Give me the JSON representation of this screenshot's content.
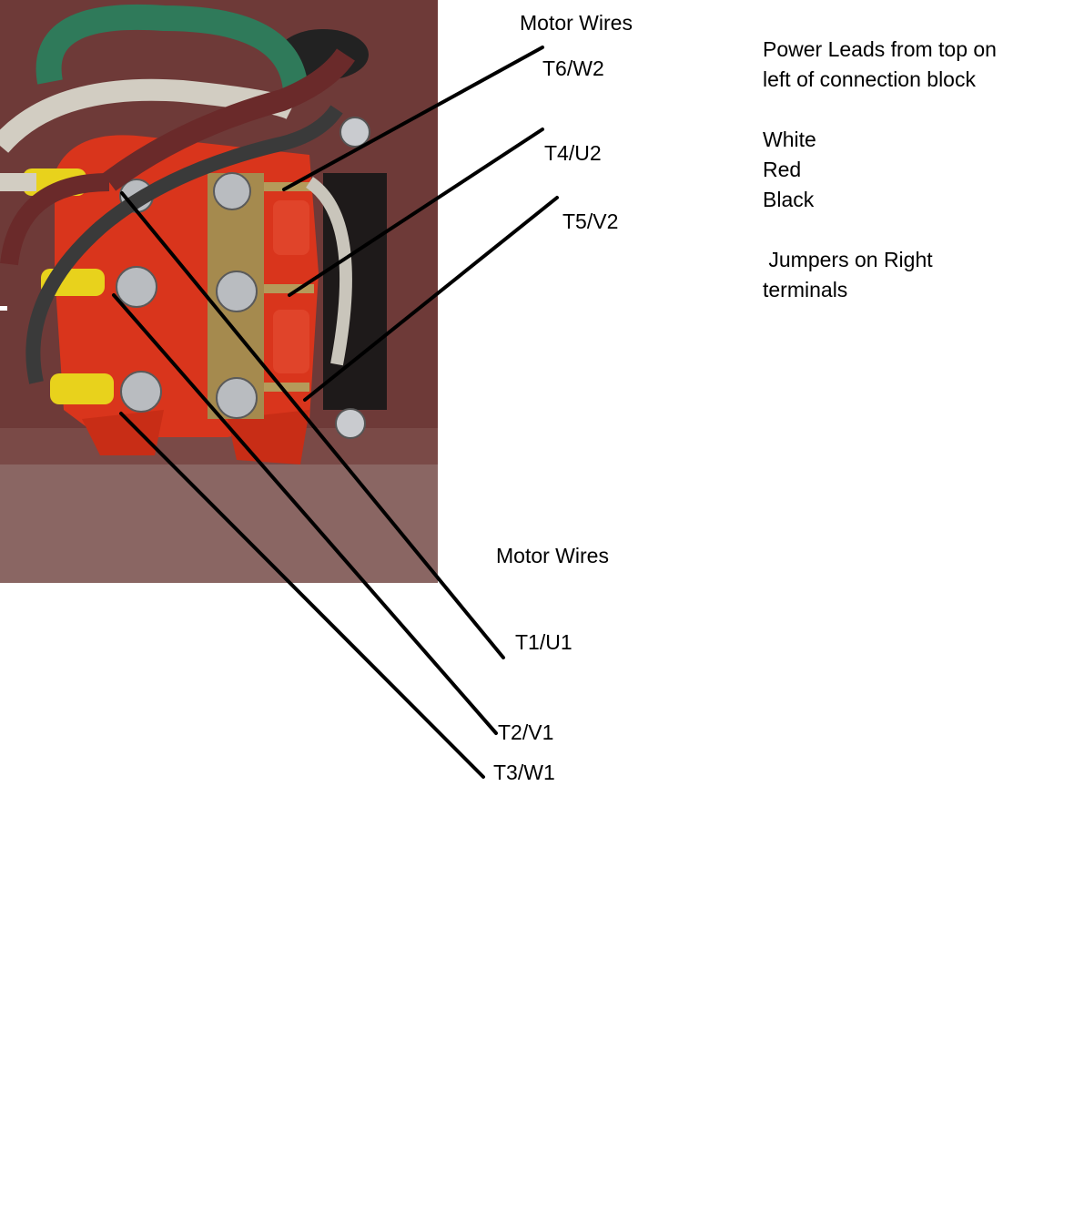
{
  "labels": {
    "top_heading": "Motor Wires",
    "t6": "T6/W2",
    "t4": "T4/U2",
    "t5": "T5/V2",
    "bottom_heading": "Motor Wires",
    "t1": "T1/U1",
    "t2": "T2/V1",
    "t3": "T3/W1"
  },
  "notes": {
    "line1": "Power Leads from top on",
    "line2": "left of connection block",
    "lead1": "White",
    "lead2": "Red",
    "lead3": "Black",
    "jumpers1": " Jumpers on Right",
    "jumpers2": "terminals"
  }
}
